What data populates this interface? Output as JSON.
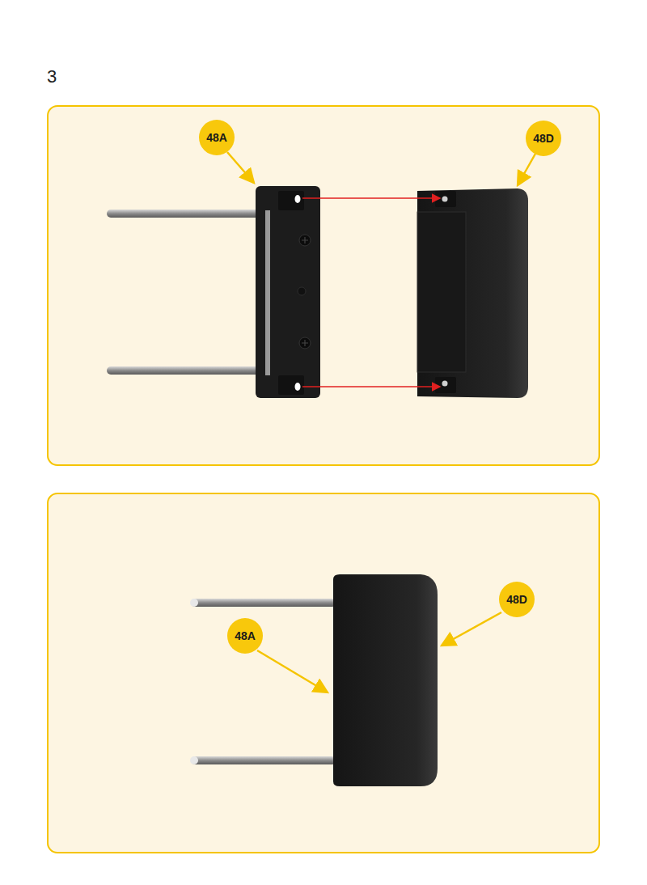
{
  "diagram": {
    "nodes": [
      {
        "text": [
          "48A"
        ]
      },
      {
        "text": [
          "48D"
        ]
      },
      {
        "text": [
          "48D"
        ]
      },
      {
        "text": [
          "48A"
        ]
      }
    ],
    "labels": [
      "3"
    ]
  }
}
